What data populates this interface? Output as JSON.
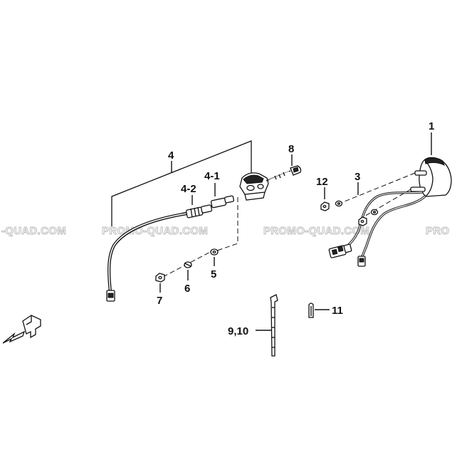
{
  "diagram": {
    "watermark": [
      "-QUAD.COM",
      "PROMO-QUAD.COM",
      "PROMO-QUAD.COM",
      "PRO"
    ],
    "callouts": {
      "p1": "1",
      "p3": "3",
      "p4": "4",
      "p4_1": "4-1",
      "p4_2": "4-2",
      "p5": "5",
      "p6": "6",
      "p7": "7",
      "p8": "8",
      "p9_10": "9,10",
      "p11": "11",
      "p12": "12"
    },
    "icons": {
      "corner": "front-direction-arrow-icon"
    }
  }
}
